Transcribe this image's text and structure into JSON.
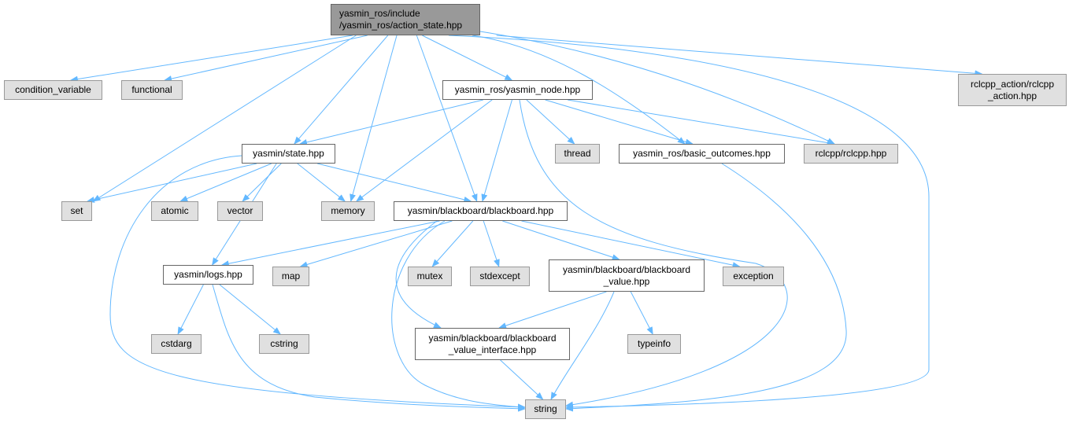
{
  "graph": {
    "nodes": {
      "root": [
        "yasmin_ros/include",
        "/yasmin_ros/action_state.hpp"
      ],
      "condition_variable": [
        "condition_variable"
      ],
      "functional": [
        "functional"
      ],
      "yasmin_node": [
        "yasmin_ros/yasmin_node.hpp"
      ],
      "rclcpp_action": [
        "rclcpp_action/rclcpp",
        "_action.hpp"
      ],
      "state": [
        "yasmin/state.hpp"
      ],
      "thread": [
        "thread"
      ],
      "basic_outcomes": [
        "yasmin_ros/basic_outcomes.hpp"
      ],
      "rclcpp": [
        "rclcpp/rclcpp.hpp"
      ],
      "set": [
        "set"
      ],
      "atomic": [
        "atomic"
      ],
      "vector": [
        "vector"
      ],
      "memory": [
        "memory"
      ],
      "blackboard": [
        "yasmin/blackboard/blackboard.hpp"
      ],
      "logs": [
        "yasmin/logs.hpp"
      ],
      "map": [
        "map"
      ],
      "mutex": [
        "mutex"
      ],
      "stdexcept": [
        "stdexcept"
      ],
      "blackboard_value": [
        "yasmin/blackboard/blackboard",
        "_value.hpp"
      ],
      "exception": [
        "exception"
      ],
      "cstdarg": [
        "cstdarg"
      ],
      "cstring": [
        "cstring"
      ],
      "value_interface": [
        "yasmin/blackboard/blackboard",
        "_value_interface.hpp"
      ],
      "typeinfo": [
        "typeinfo"
      ],
      "string": [
        "string"
      ]
    },
    "edges": [
      [
        "root",
        "condition_variable"
      ],
      [
        "root",
        "functional"
      ],
      [
        "root",
        "set"
      ],
      [
        "root",
        "state"
      ],
      [
        "root",
        "memory"
      ],
      [
        "root",
        "blackboard"
      ],
      [
        "root",
        "yasmin_node"
      ],
      [
        "root",
        "basic_outcomes"
      ],
      [
        "root",
        "rclcpp"
      ],
      [
        "root",
        "rclcpp_action"
      ],
      [
        "root",
        "string"
      ],
      [
        "yasmin_node",
        "state"
      ],
      [
        "yasmin_node",
        "memory"
      ],
      [
        "yasmin_node",
        "blackboard"
      ],
      [
        "yasmin_node",
        "string"
      ],
      [
        "yasmin_node",
        "thread"
      ],
      [
        "yasmin_node",
        "basic_outcomes"
      ],
      [
        "yasmin_node",
        "rclcpp"
      ],
      [
        "state",
        "string"
      ],
      [
        "state",
        "set"
      ],
      [
        "state",
        "atomic"
      ],
      [
        "state",
        "vector"
      ],
      [
        "state",
        "logs"
      ],
      [
        "state",
        "memory"
      ],
      [
        "state",
        "blackboard"
      ],
      [
        "basic_outcomes",
        "string"
      ],
      [
        "blackboard",
        "logs"
      ],
      [
        "blackboard",
        "map"
      ],
      [
        "blackboard",
        "string"
      ],
      [
        "blackboard",
        "value_interface"
      ],
      [
        "blackboard",
        "mutex"
      ],
      [
        "blackboard",
        "stdexcept"
      ],
      [
        "blackboard",
        "blackboard_value"
      ],
      [
        "blackboard",
        "exception"
      ],
      [
        "logs",
        "cstdarg"
      ],
      [
        "logs",
        "cstring"
      ],
      [
        "logs",
        "string"
      ],
      [
        "blackboard_value",
        "value_interface"
      ],
      [
        "blackboard_value",
        "typeinfo"
      ],
      [
        "blackboard_value",
        "string"
      ],
      [
        "value_interface",
        "string"
      ]
    ],
    "colors": {
      "edge": "#63b8ff",
      "root_fill": "#999999",
      "external_fill": "#e0e0e0",
      "internal_fill": "#ffffff"
    }
  }
}
